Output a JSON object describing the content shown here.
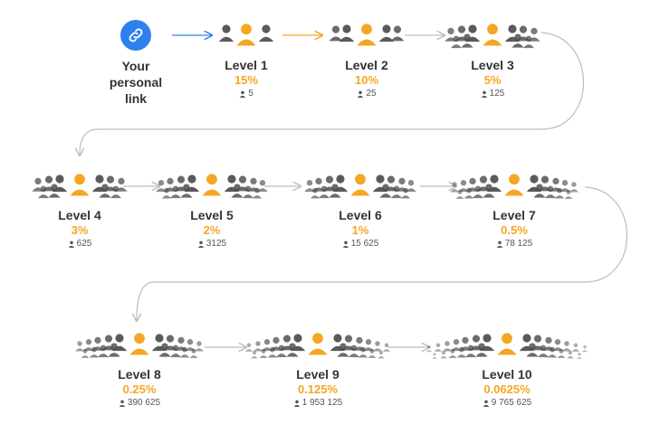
{
  "personal_link": {
    "label_line1": "Your",
    "label_line2": "personal",
    "label_line3": "link",
    "icon": "link-icon",
    "color": "#2F80ED"
  },
  "colors": {
    "accent": "#F5A623",
    "crowd_dark": "#4A4A4A",
    "arrow_blue": "#2F80ED",
    "arrow_gray": "#BDBDBD",
    "text": "#333333"
  },
  "levels": [
    {
      "title": "Level 1",
      "percent": "15%",
      "count": "5"
    },
    {
      "title": "Level 2",
      "percent": "10%",
      "count": "25"
    },
    {
      "title": "Level 3",
      "percent": "5%",
      "count": "125"
    },
    {
      "title": "Level 4",
      "percent": "3%",
      "count": "625"
    },
    {
      "title": "Level 5",
      "percent": "2%",
      "count": "3125"
    },
    {
      "title": "Level 6",
      "percent": "1%",
      "count": "15 625"
    },
    {
      "title": "Level 7",
      "percent": "0.5%",
      "count": "78 125"
    },
    {
      "title": "Level 8",
      "percent": "0.25%",
      "count": "390 625"
    },
    {
      "title": "Level 9",
      "percent": "0.125%",
      "count": "1 953 125"
    },
    {
      "title": "Level 10",
      "percent": "0.0625%",
      "count": "9 765 625"
    }
  ]
}
